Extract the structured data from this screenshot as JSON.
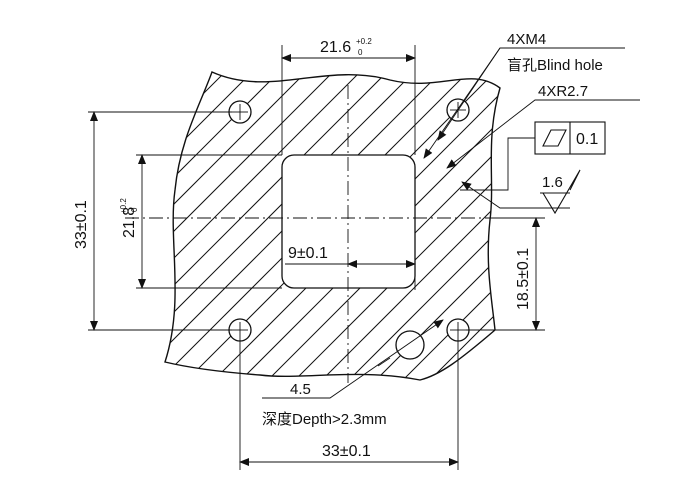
{
  "colors": {
    "line": "#111111",
    "background": "#ffffff"
  },
  "dims": {
    "top_width": {
      "base": "21.6",
      "tol_upper": "+0.2",
      "tol_lower": "0"
    },
    "left_height": {
      "base": "21.8",
      "tol_upper": "+0.2",
      "tol_lower": "0"
    },
    "outer_left": "33±0.1",
    "outer_bottom": "33±0.1",
    "center_offset": "9±0.1",
    "right_offset": "18.5±0.1",
    "hole_dia": "4.5"
  },
  "callouts": {
    "thread": "4XM4",
    "blind_hole": "盲孔Blind hole",
    "corner_radius": "4XR2.7",
    "depth": "深度Depth>2.3mm"
  },
  "tolerance_frame": {
    "symbol": "flatness-parallelogram",
    "value": "0.1"
  },
  "surface_finish": {
    "value": "1.6"
  }
}
